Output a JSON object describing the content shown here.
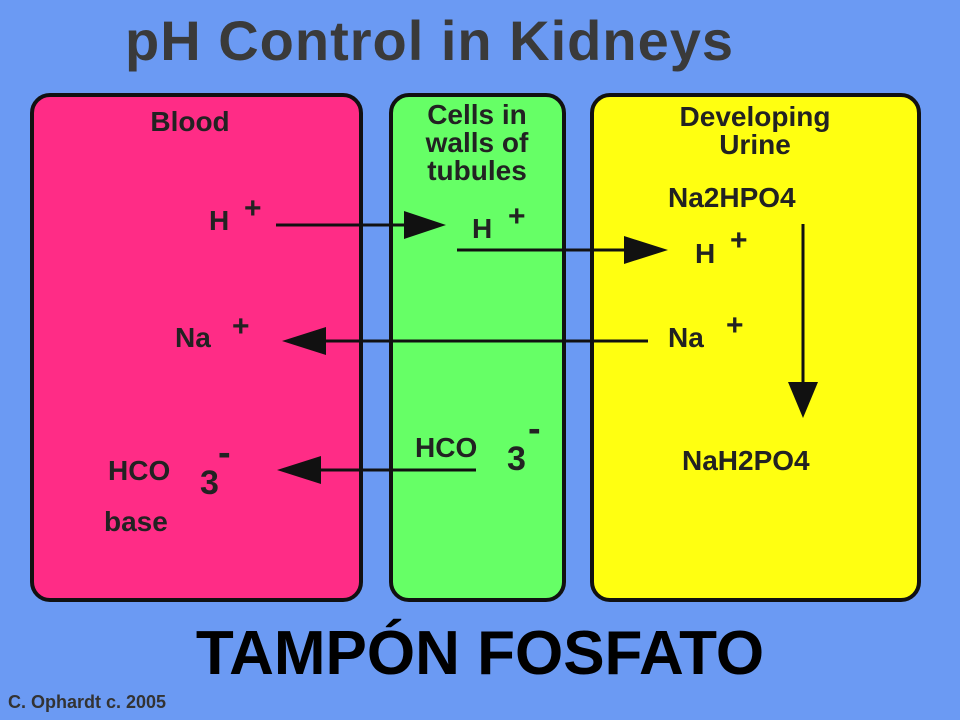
{
  "title": "pH Control in Kidneys",
  "panels": {
    "blood": {
      "header": "Blood"
    },
    "cells": {
      "header_lines": [
        "Cells in",
        "walls of",
        "tubules"
      ]
    },
    "urine": {
      "header_lines": [
        "Developing",
        "Urine"
      ]
    }
  },
  "labels": {
    "blood_h": "H",
    "blood_h_sup": "+",
    "blood_na": "Na",
    "blood_na_sup": "+",
    "blood_hco": "HCO",
    "blood_hco_sub": "3",
    "blood_hco_sup": "-",
    "blood_base": "base",
    "cells_h": "H",
    "cells_h_sup": "+",
    "cells_hco": "HCO",
    "cells_hco_sub": "3",
    "cells_hco_sup": "-",
    "urine_na2hpo4": "Na2HPO4",
    "urine_h": "H",
    "urine_h_sup": "+",
    "urine_na": "Na",
    "urine_na_sup": "+",
    "urine_nah2po4": "NaH2PO4"
  },
  "footer": "TAMPÓN FOSFATO",
  "credit": "C. Ophardt c. 2005",
  "colors": {
    "background": "#6b9af3",
    "blood": "#ff2c86",
    "cells": "#66ff66",
    "urine": "#ffff11"
  }
}
